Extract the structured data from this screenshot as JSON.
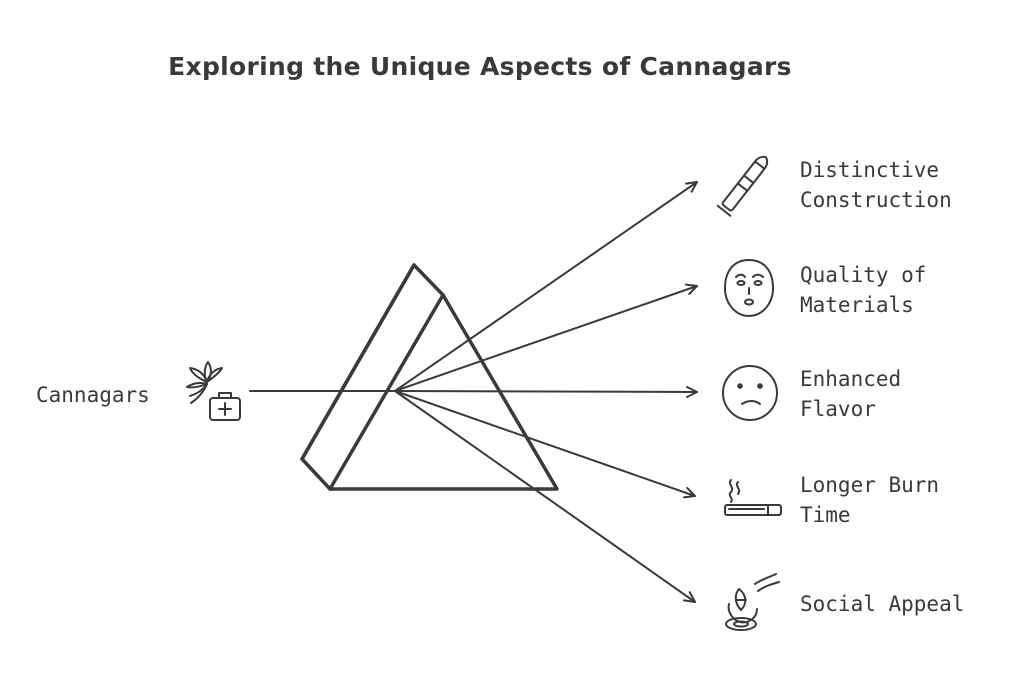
{
  "diagram": {
    "title": "Exploring the Unique Aspects of Cannagars",
    "source": {
      "label": "Cannagars",
      "icon": "cannabis-leaf-medical-kit-icon"
    },
    "outputs": [
      {
        "label": "Distinctive\nConstruction",
        "icon": "cigar-icon"
      },
      {
        "label": "Quality of\nMaterials",
        "icon": "face-mask-icon"
      },
      {
        "label": "Enhanced\nFlavor",
        "icon": "thinking-face-icon"
      },
      {
        "label": "Longer Burn\nTime",
        "icon": "smoking-cigar-icon"
      },
      {
        "label": "Social Appeal",
        "icon": "hand-holding-cigar-icon"
      }
    ],
    "stroke_color": "#3a3a3a"
  }
}
